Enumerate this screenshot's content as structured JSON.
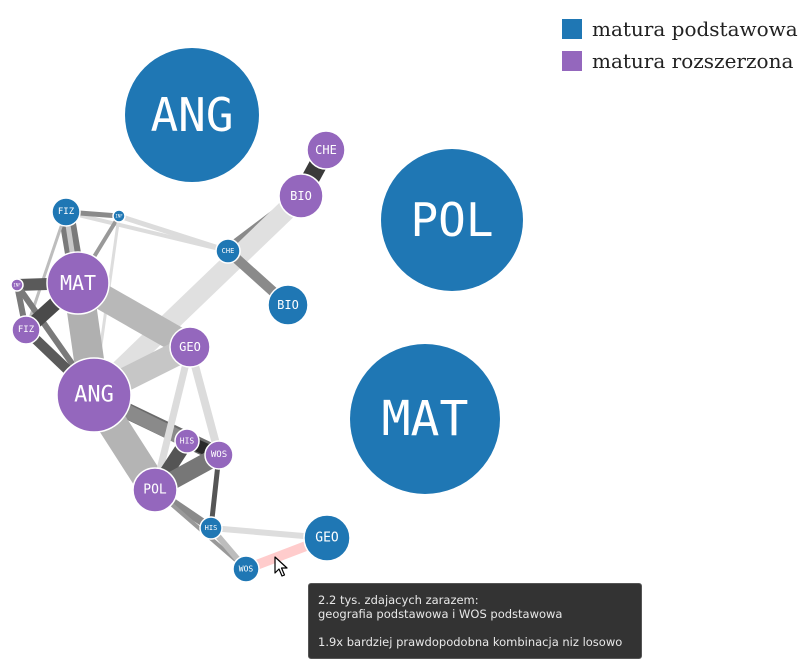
{
  "colors": {
    "podstawowa": "#1f77b4",
    "rozszerzona": "#9467bd",
    "highlight": "#ffcccc"
  },
  "legend": [
    {
      "label": "matura podstawowa",
      "color": "#1f77b4"
    },
    {
      "label": "matura rozszerzona",
      "color": "#9467bd"
    }
  ],
  "tooltip": {
    "line1": "2.2 tys. zdajacych zarazem:",
    "line2": "geografia podstawowa i WOS podstawowa",
    "line3": "1.9x bardziej prawdopodobna kombinacja niz losowo"
  },
  "nodes": [
    {
      "id": "ANG_big",
      "label": "ANG",
      "type": "podstawowa"
    },
    {
      "id": "POL_big",
      "label": "POL",
      "type": "podstawowa"
    },
    {
      "id": "MAT_big",
      "label": "MAT",
      "type": "podstawowa"
    },
    {
      "id": "CHE_r",
      "label": "CHE",
      "type": "rozszerzona"
    },
    {
      "id": "BIO_r",
      "label": "BIO",
      "type": "rozszerzona"
    },
    {
      "id": "FIZ_p",
      "label": "FIZ",
      "type": "podstawowa"
    },
    {
      "id": "INF_p",
      "label": "INF",
      "type": "podstawowa"
    },
    {
      "id": "CHE_p",
      "label": "CHE",
      "type": "podstawowa"
    },
    {
      "id": "BIO_p",
      "label": "BIO",
      "type": "podstawowa"
    },
    {
      "id": "MAT_r",
      "label": "MAT",
      "type": "rozszerzona"
    },
    {
      "id": "INF_r",
      "label": "INF",
      "type": "rozszerzona"
    },
    {
      "id": "FIZ_r",
      "label": "FIZ",
      "type": "rozszerzona"
    },
    {
      "id": "GEO_r",
      "label": "GEO",
      "type": "rozszerzona"
    },
    {
      "id": "ANG_r",
      "label": "ANG",
      "type": "rozszerzona"
    },
    {
      "id": "HIS_r",
      "label": "HIS",
      "type": "rozszerzona"
    },
    {
      "id": "WOS_r",
      "label": "WOS",
      "type": "rozszerzona"
    },
    {
      "id": "POL_r",
      "label": "POL",
      "type": "rozszerzona"
    },
    {
      "id": "HIS_p",
      "label": "HIS",
      "type": "podstawowa"
    },
    {
      "id": "GEO_p",
      "label": "GEO",
      "type": "podstawowa"
    },
    {
      "id": "WOS_p",
      "label": "WOS",
      "type": "podstawowa"
    }
  ]
}
